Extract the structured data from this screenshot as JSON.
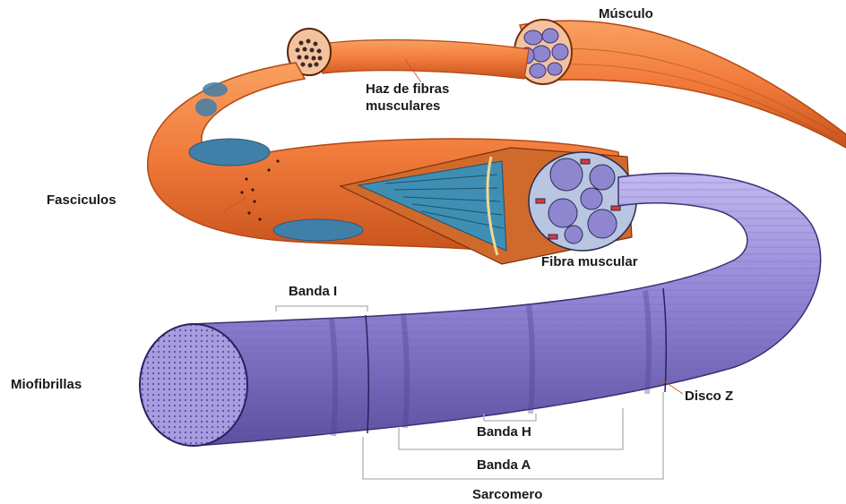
{
  "labels": {
    "musculo": "Músculo",
    "haz_line1": "Haz de fibras",
    "haz_line2": "musculares",
    "fasciculos": "Fasciculos",
    "fibra_muscular": "Fibra muscular",
    "banda_i": "Banda I",
    "miofibrillas": "Miofibrillas",
    "disco_z": "Disco Z",
    "banda_h": "Banda H",
    "banda_a": "Banda A",
    "sarcomero": "Sarcomero"
  },
  "colors": {
    "muscle_orange": "#f07a3a",
    "muscle_orange_dark": "#c8531c",
    "nucleus_blue": "#3f7fa8",
    "myofibril_purple": "#8b7fcf",
    "myofibril_dark": "#5b4fa0",
    "bracket_gray": "#b0b0b0"
  }
}
